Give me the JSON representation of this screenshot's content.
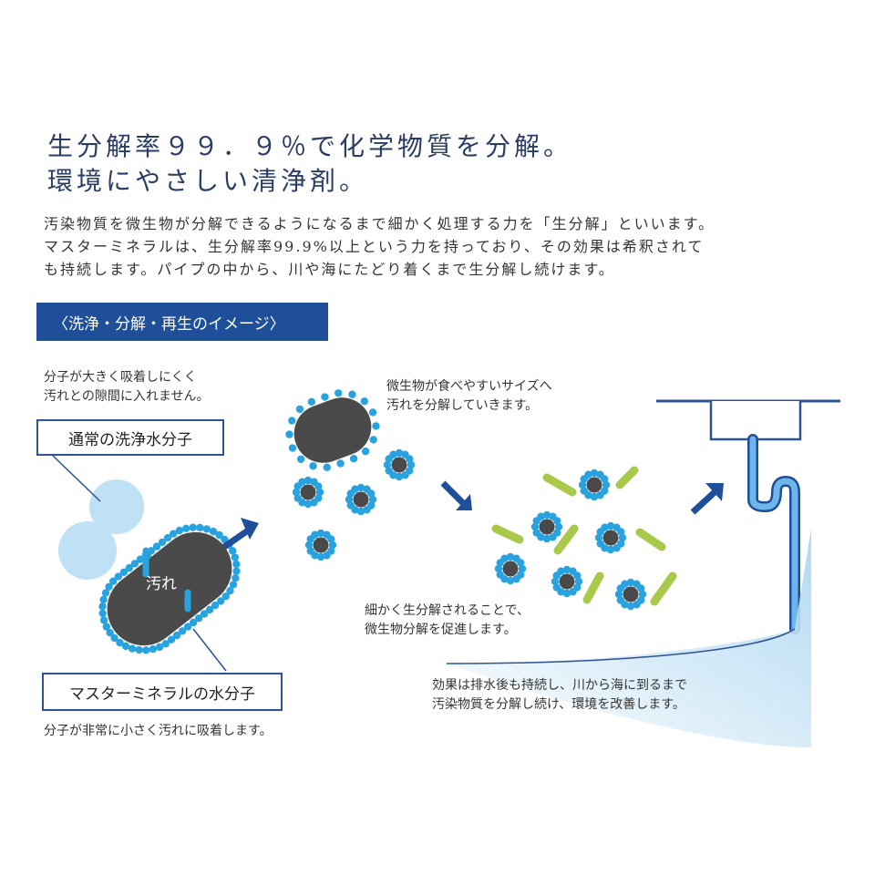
{
  "headline": {
    "line1": "生分解率９９．９％で化学物質を分解。",
    "line2": "環境にやさしい清浄剤。"
  },
  "description": {
    "line1": "汚染物質を微生物が分解できるようになるまで細かく処理する力を「生分解」といいます。",
    "line2": "マスターミネラルは、生分解率99.9%以上という力を持っており、その効果は希釈されて",
    "line3": "も持続します。パイプの中から、川や海にたどり着くまで生分解し続けます。"
  },
  "banner": {
    "title": "〈洗浄・分解・再生のイメージ〉"
  },
  "diagram": {
    "normal_note": {
      "line1": "分子が大きく吸着しにくく",
      "line2": "汚れとの隙間に入れません。"
    },
    "normal_label": "通常の洗浄水分子",
    "dirt_label": "汚れ",
    "mineral_label": "マスターミネラルの水分子",
    "mineral_note": "分子が非常に小さく汚れに吸着します。",
    "microbe_note": {
      "line1": "微生物が食べやすいサイズへ",
      "line2": "汚れを分解していきます。"
    },
    "biodeg_note": {
      "line1": "細かく生分解されることで、",
      "line2": "微生物分解を促進します。"
    },
    "effect_note": {
      "line1": "効果は排水後も持続し、川から海に到るまで",
      "line2": "汚染物質を分解し続け、環境を改善します。"
    }
  },
  "colors": {
    "navy": "#1f4f99",
    "bead_blue": "#29a3e0",
    "dirt_gray": "#4a4a4a",
    "microbe_green": "#a9c94a",
    "water_light_blue": "#bfe1f5"
  }
}
